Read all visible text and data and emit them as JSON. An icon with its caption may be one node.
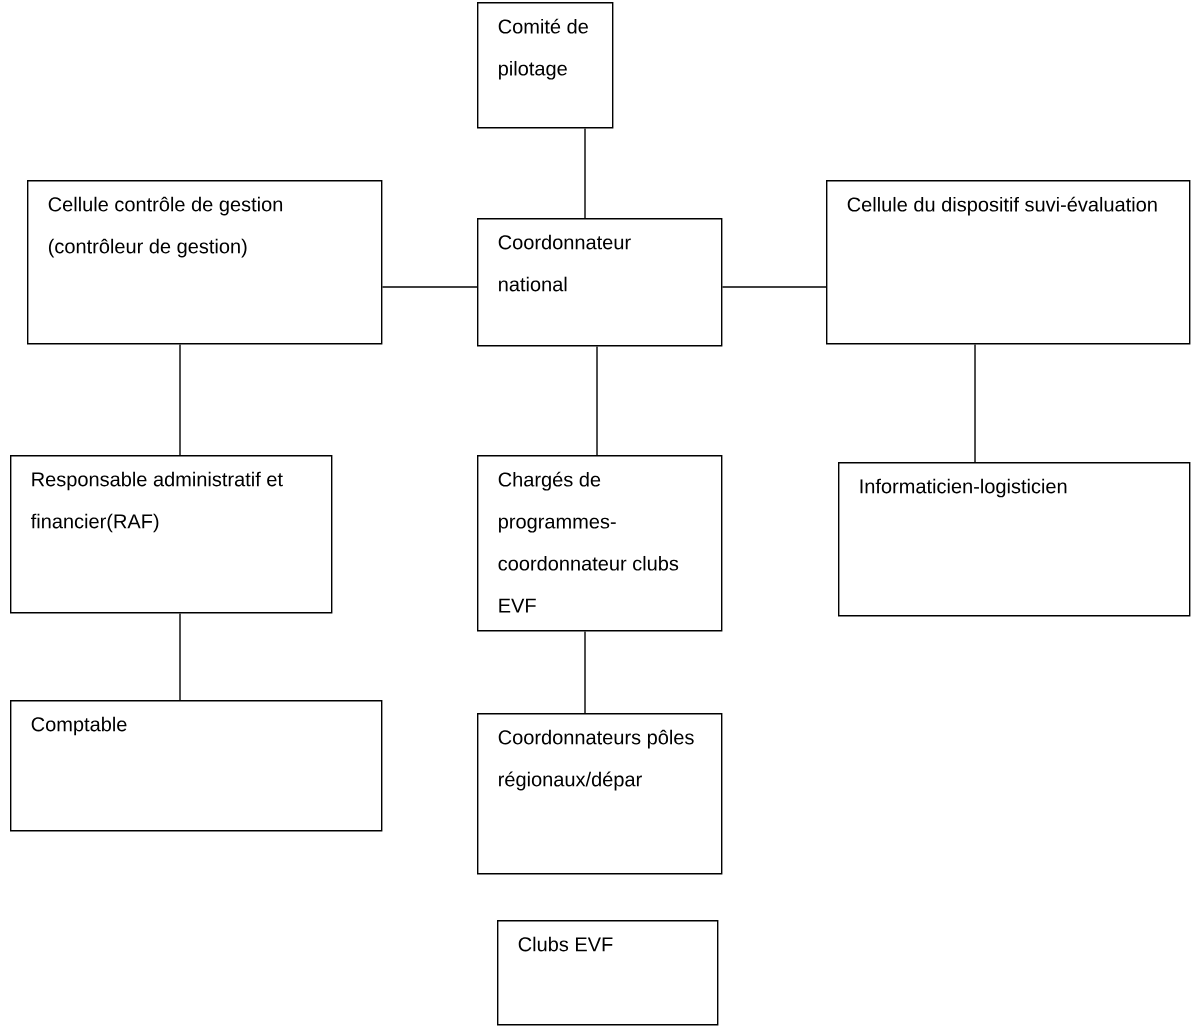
{
  "diagram": {
    "nodes": [
      {
        "text": [
          "Comité de pilotage"
        ]
      },
      {
        "text": [
          "Cellule contrôle de gestion (contrôleur de gestion)"
        ]
      },
      {
        "text": [
          "Coordonnateur national"
        ]
      },
      {
        "text": [
          "Cellule du dispositif suvi-évaluation"
        ]
      },
      {
        "text": [
          "Responsable administratif et financier(RAF)"
        ]
      },
      {
        "text": [
          "Chargés de programmes-coordonnateur clubs EVF"
        ]
      },
      {
        "text": [
          "Informaticien-logisticien"
        ]
      },
      {
        "text": [
          "Comptable"
        ]
      },
      {
        "text": [
          "Coordonnateurs pôles régionaux/dépar"
        ]
      },
      {
        "text": [
          "Clubs EVF"
        ]
      }
    ],
    "edges": [
      {
        "from": 0,
        "to": 2,
        "arrow": "none"
      },
      {
        "from": 1,
        "to": 2,
        "arrow": "none"
      },
      {
        "from": 2,
        "to": 3,
        "arrow": "none"
      },
      {
        "from": 1,
        "to": 4,
        "arrow": "none"
      },
      {
        "from": 2,
        "to": 5,
        "arrow": "none"
      },
      {
        "from": 3,
        "to": 6,
        "arrow": "none"
      },
      {
        "from": 4,
        "to": 7,
        "arrow": "none"
      },
      {
        "from": 5,
        "to": 8,
        "arrow": "none"
      }
    ]
  }
}
